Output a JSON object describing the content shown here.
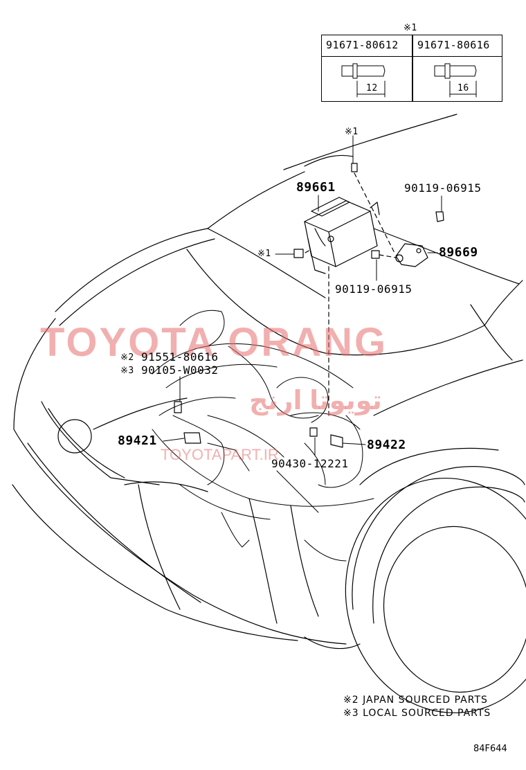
{
  "table": {
    "note_mark": "※1",
    "col1_part": "91671-80612",
    "col2_part": "91671-80616",
    "col1_dim": "12",
    "col2_dim": "16"
  },
  "callouts": {
    "mark_top": "※1",
    "ecu": "89661",
    "bolt_right_top": "90119-06915",
    "bracket": "89669",
    "mark_left": "※1",
    "bolt_right_bottom": "90119-06915",
    "bolt_japan_mark": "※2",
    "bolt_japan": "91551-80616",
    "bolt_local_mark": "※3",
    "bolt_local": "90105-W0032",
    "sensor_left": "89421",
    "sensor_right": "89422",
    "gasket": "90430-12221"
  },
  "notes": {
    "japan": "※2 JAPAN SOURCED PARTS",
    "local": "※3 LOCAL SOURCED PARTS"
  },
  "watermarks": {
    "main": "TOYOTA ORANG",
    "persian": "تویوتا ارنج",
    "site": "TOYOTAPART.IR"
  },
  "figure_code": "84F644"
}
